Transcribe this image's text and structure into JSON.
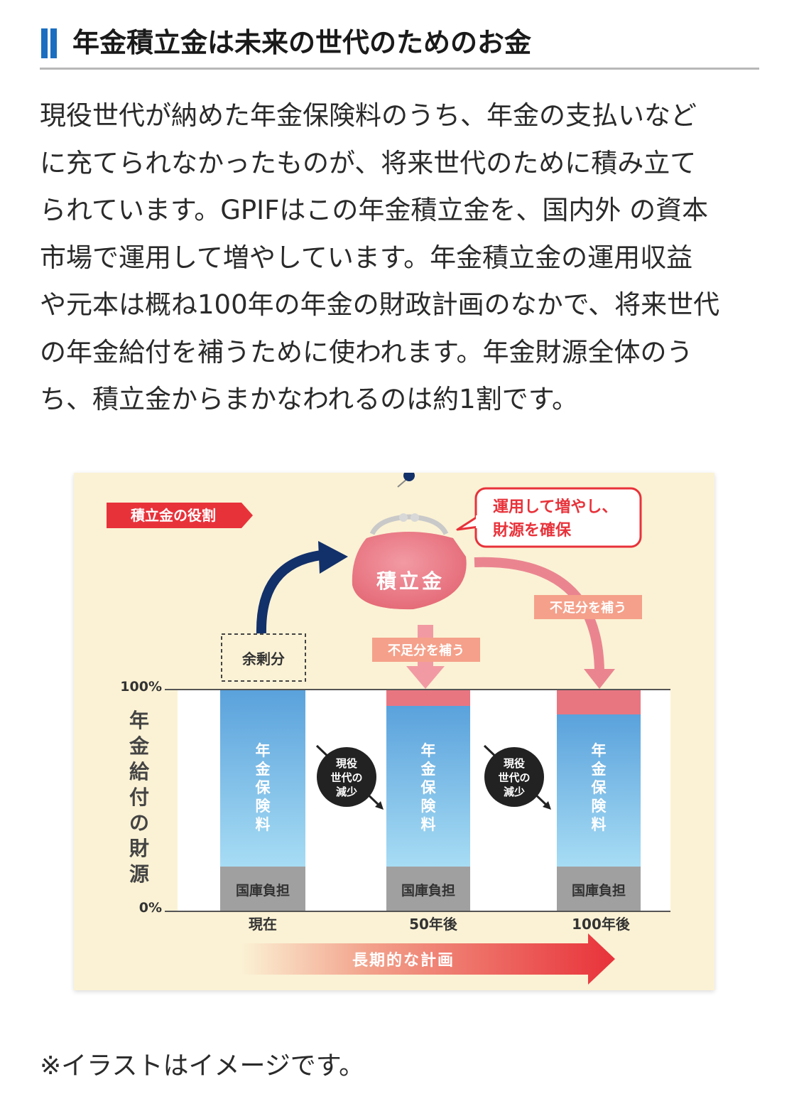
{
  "heading": {
    "title": "年金積立金は未来の世代のためのお金"
  },
  "body": {
    "lines": [
      "現役世代が納めた年金保険料のうち、年金の支払いなど",
      "に充てられなかったものが、将来世代のために積み立て",
      "られています。GPIFはこの年金積立金を、国内外 の資本",
      "市場で運用して増やしています。年金積立金の運用収益",
      "や元本は概ね100年の年金の財政計画のなかで、将来世代",
      "の年金給付を補うために使われます。年金財源全体のう",
      "ち、積立金からまかなわれるのは約1割です。"
    ]
  },
  "diagram": {
    "tag_label": "積立金の役割",
    "purse_label": "積立金",
    "bubble_line1": "運用して増やし、",
    "bubble_line2": "財源を確保",
    "surplus_label": "余剰分",
    "shortfall_label_center": "不足分を補う",
    "shortfall_label_right": "不足分を補う",
    "y_axis_label": [
      "年",
      "金",
      "給",
      "付",
      "の",
      "財",
      "源"
    ],
    "y_tick_top": "100%",
    "y_tick_bottom": "0%",
    "bar_premium_label": [
      "年",
      "金",
      "保",
      "険",
      "料"
    ],
    "bar_state_label": "国庫負担",
    "decline_label": [
      "現役",
      "世代の",
      "減少"
    ],
    "x_labels": [
      "現在",
      "50年後",
      "100年後"
    ],
    "timeline_label": "長期的な計画",
    "colors": {
      "tag_red": "#e8323a",
      "purse_pink": "#e97480",
      "premium_blue_top": "#5aa2dc",
      "premium_blue_bottom": "#a7dcf4",
      "state_gray": "#a0a0a0",
      "reserve_pink": "#e87681",
      "arrow_navy": "#12306a",
      "label_orange": "#f5a08a",
      "label_text_pink": "#ffffff",
      "background": "#fbf2d5"
    }
  },
  "footnote": "※イラストはイメージです。"
}
